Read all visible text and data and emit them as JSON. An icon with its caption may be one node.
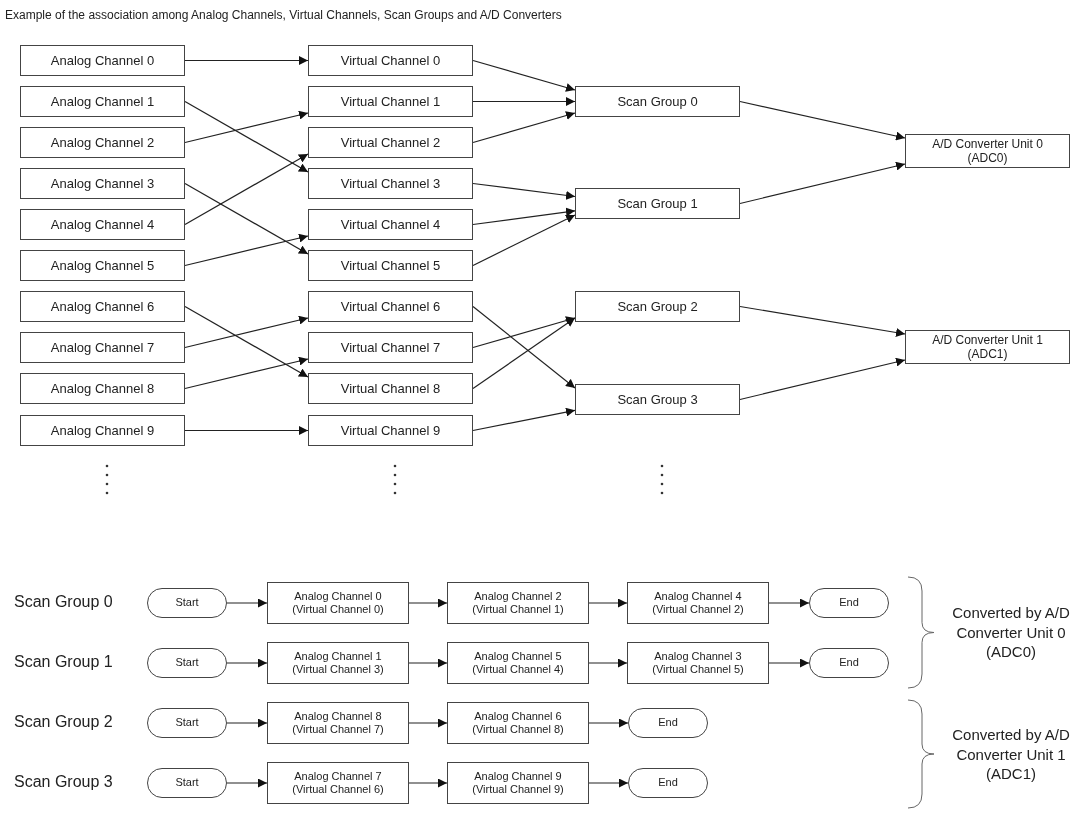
{
  "diagram": {
    "title": "Example of the association among Analog Channels, Virtual Channels, Scan Groups and A/D Converters",
    "nodes": [
      {
        "text": [
          "Analog Channel 0"
        ]
      },
      {
        "text": [
          "Analog Channel 1"
        ]
      },
      {
        "text": [
          "Analog Channel 2"
        ]
      },
      {
        "text": [
          "Analog Channel 3"
        ]
      },
      {
        "text": [
          "Analog Channel 4"
        ]
      },
      {
        "text": [
          "Analog Channel 5"
        ]
      },
      {
        "text": [
          "Analog Channel 6"
        ]
      },
      {
        "text": [
          "Analog Channel 7"
        ]
      },
      {
        "text": [
          "Analog Channel 8"
        ]
      },
      {
        "text": [
          "Analog Channel 9"
        ]
      },
      {
        "text": [
          "Virtual Channel 0"
        ]
      },
      {
        "text": [
          "Virtual Channel 1"
        ]
      },
      {
        "text": [
          "Virtual Channel 2"
        ]
      },
      {
        "text": [
          "Virtual Channel 3"
        ]
      },
      {
        "text": [
          "Virtual Channel 4"
        ]
      },
      {
        "text": [
          "Virtual Channel 5"
        ]
      },
      {
        "text": [
          "Virtual Channel 6"
        ]
      },
      {
        "text": [
          "Virtual Channel 7"
        ]
      },
      {
        "text": [
          "Virtual Channel 8"
        ]
      },
      {
        "text": [
          "Virtual Channel 9"
        ]
      },
      {
        "text": [
          "Scan Group 0"
        ]
      },
      {
        "text": [
          "Scan Group 1"
        ]
      },
      {
        "text": [
          "Scan Group 2"
        ]
      },
      {
        "text": [
          "Scan Group 3"
        ]
      },
      {
        "text": [
          "A/D Converter Unit 0 (ADC0)"
        ]
      },
      {
        "text": [
          "A/D Converter Unit 1 (ADC1)"
        ]
      },
      {
        "text": [
          "Start"
        ]
      },
      {
        "text": [
          "Analog Channel 0 (Virtual Channel 0)"
        ]
      },
      {
        "text": [
          "Analog Channel 2 (Virtual Channel 1)"
        ]
      },
      {
        "text": [
          "Analog Channel 4 (Virtual Channel 2)"
        ]
      },
      {
        "text": [
          "End"
        ]
      },
      {
        "text": [
          "Start"
        ]
      },
      {
        "text": [
          "Analog Channel 1 (Virtual Channel 3)"
        ]
      },
      {
        "text": [
          "Analog Channel 5 (Virtual Channel 4)"
        ]
      },
      {
        "text": [
          "Analog Channel 3 (Virtual Channel 5)"
        ]
      },
      {
        "text": [
          "End"
        ]
      },
      {
        "text": [
          "Start"
        ]
      },
      {
        "text": [
          "Analog Channel 8 (Virtual Channel 7)"
        ]
      },
      {
        "text": [
          "Analog Channel 6 (Virtual Channel 8)"
        ]
      },
      {
        "text": [
          "End"
        ]
      },
      {
        "text": [
          "Start"
        ]
      },
      {
        "text": [
          "Analog Channel 7 (Virtual Channel 6)"
        ]
      },
      {
        "text": [
          "Analog Channel 9 (Virtual Channel 9)"
        ]
      },
      {
        "text": [
          "End"
        ]
      }
    ],
    "edges": [
      {
        "from": 0,
        "to": 10,
        "arrow": "to"
      },
      {
        "from": 1,
        "to": 13,
        "arrow": "to"
      },
      {
        "from": 2,
        "to": 11,
        "arrow": "to"
      },
      {
        "from": 3,
        "to": 15,
        "arrow": "to"
      },
      {
        "from": 4,
        "to": 12,
        "arrow": "to"
      },
      {
        "from": 5,
        "to": 14,
        "arrow": "to"
      },
      {
        "from": 6,
        "to": 18,
        "arrow": "to"
      },
      {
        "from": 7,
        "to": 16,
        "arrow": "to"
      },
      {
        "from": 8,
        "to": 17,
        "arrow": "to"
      },
      {
        "from": 9,
        "to": 19,
        "arrow": "to"
      },
      {
        "from": 10,
        "to": 20,
        "arrow": "to"
      },
      {
        "from": 11,
        "to": 20,
        "arrow": "to"
      },
      {
        "from": 12,
        "to": 20,
        "arrow": "to"
      },
      {
        "from": 13,
        "to": 21,
        "arrow": "to"
      },
      {
        "from": 14,
        "to": 21,
        "arrow": "to"
      },
      {
        "from": 15,
        "to": 21,
        "arrow": "to"
      },
      {
        "from": 16,
        "to": 23,
        "arrow": "to"
      },
      {
        "from": 17,
        "to": 22,
        "arrow": "to"
      },
      {
        "from": 18,
        "to": 22,
        "arrow": "to"
      },
      {
        "from": 19,
        "to": 23,
        "arrow": "to"
      },
      {
        "from": 20,
        "to": 24,
        "arrow": "to"
      },
      {
        "from": 21,
        "to": 24,
        "arrow": "to"
      },
      {
        "from": 22,
        "to": 25,
        "arrow": "to"
      },
      {
        "from": 23,
        "to": 25,
        "arrow": "to"
      },
      {
        "from": 26,
        "to": 27,
        "arrow": "to"
      },
      {
        "from": 27,
        "to": 28,
        "arrow": "to"
      },
      {
        "from": 28,
        "to": 29,
        "arrow": "to"
      },
      {
        "from": 29,
        "to": 30,
        "arrow": "to"
      },
      {
        "from": 31,
        "to": 32,
        "arrow": "to"
      },
      {
        "from": 32,
        "to": 33,
        "arrow": "to"
      },
      {
        "from": 33,
        "to": 34,
        "arrow": "to"
      },
      {
        "from": 34,
        "to": 35,
        "arrow": "to"
      },
      {
        "from": 36,
        "to": 37,
        "arrow": "to"
      },
      {
        "from": 37,
        "to": 38,
        "arrow": "to"
      },
      {
        "from": 38,
        "to": 39,
        "arrow": "to"
      },
      {
        "from": 40,
        "to": 41,
        "arrow": "to"
      },
      {
        "from": 41,
        "to": 42,
        "arrow": "to"
      },
      {
        "from": 42,
        "to": 43,
        "arrow": "to"
      }
    ],
    "labels": [
      "Scan Group 0",
      "Scan Group 1",
      "Scan Group 2",
      "Scan Group 3",
      "Converted by A/D Converter Unit 0 (ADC0)",
      "Converted by A/D Converter Unit 1 (ADC1)"
    ]
  }
}
